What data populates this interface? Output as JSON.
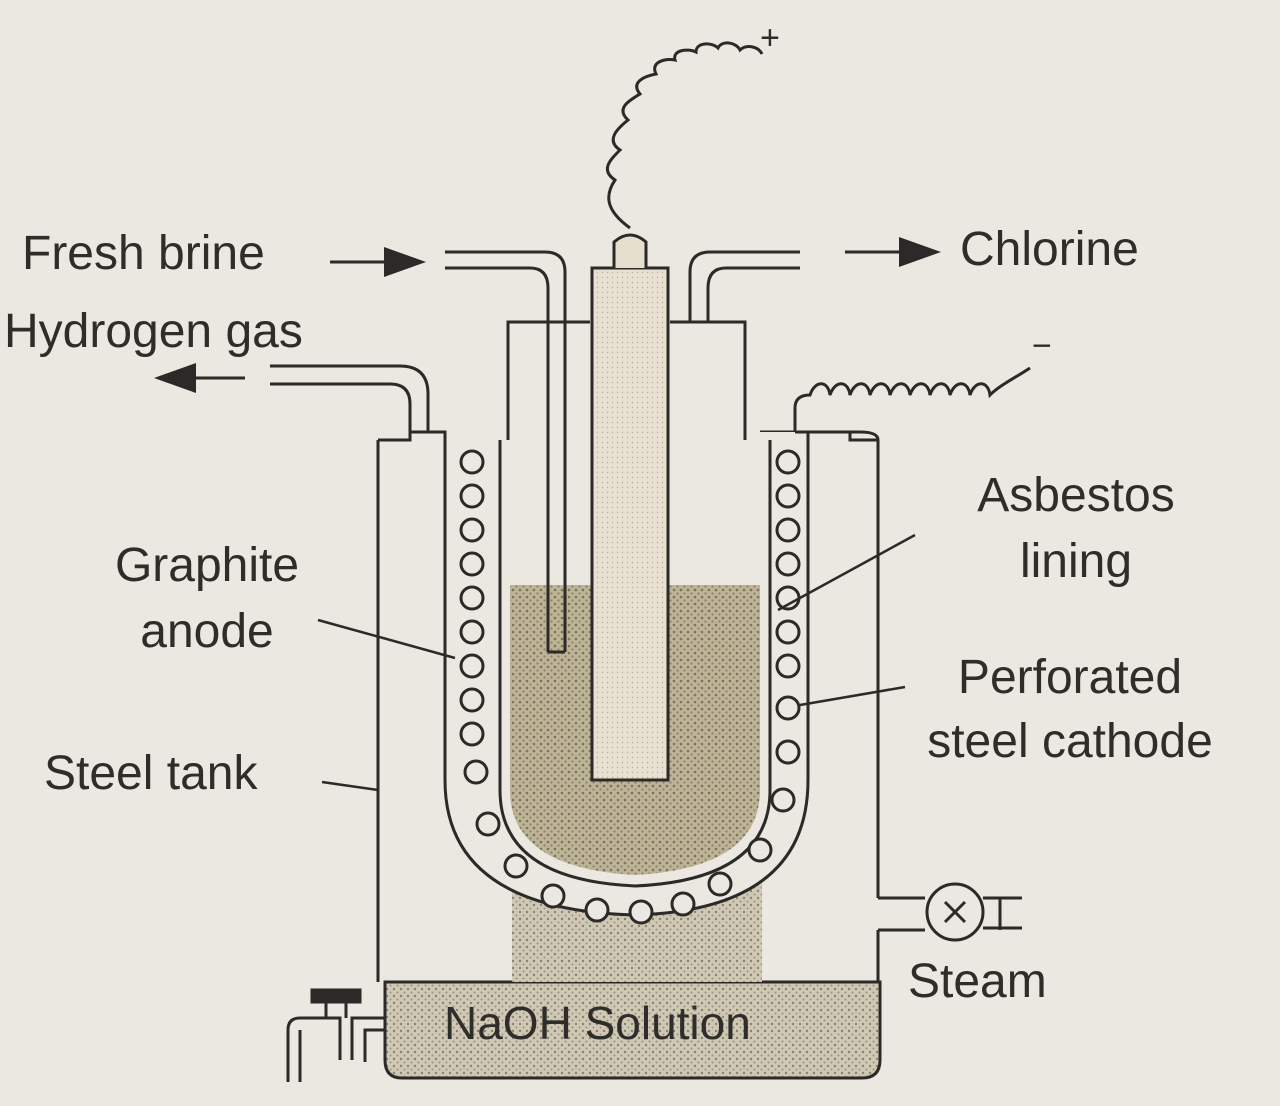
{
  "labels": {
    "fresh_brine": "Fresh brine",
    "hydrogen_gas": "Hydrogen gas",
    "chlorine": "Chlorine",
    "asbestos": "Asbestos",
    "asbestos_2": "lining",
    "graphite": "Graphite",
    "graphite_2": "anode",
    "perforated": "Perforated",
    "perforated_2": "steel cathode",
    "steel_tank": "Steel tank",
    "steam": "Steam",
    "naoh": "NaOH Solution",
    "plus": "+",
    "minus": "−"
  },
  "colors": {
    "background": "#ebe7e1",
    "ink": "#2b2a28",
    "brine_fill": "#b8ae90",
    "naoh_fill": "#c9c2ad",
    "anode_fill": "#e6dfce"
  }
}
